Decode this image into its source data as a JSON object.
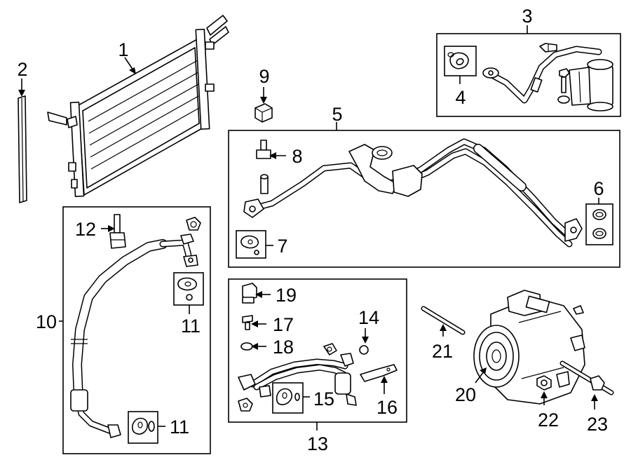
{
  "diagram": {
    "callouts": {
      "c1": "1",
      "c2": "2",
      "c3": "3",
      "c4": "4",
      "c5": "5",
      "c6": "6",
      "c7": "7",
      "c8": "8",
      "c9": "9",
      "c10": "10",
      "c11a": "11",
      "c11b": "11",
      "c12": "12",
      "c13": "13",
      "c14": "14",
      "c15": "15",
      "c16": "16",
      "c17": "17",
      "c18": "18",
      "c19": "19",
      "c20": "20",
      "c21": "21",
      "c22": "22",
      "c23": "23"
    },
    "colors": {
      "line": "#000000",
      "background": "#ffffff"
    }
  }
}
